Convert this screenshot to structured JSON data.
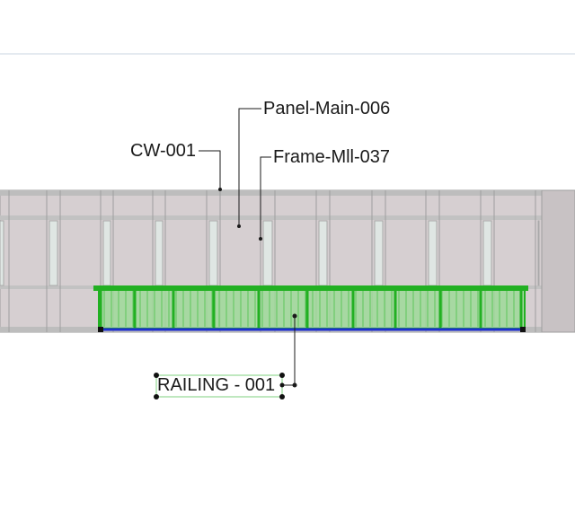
{
  "view": {
    "type": "elevation",
    "colors": {
      "background": "#ffffff",
      "guide_line": "#c9d6e0",
      "curtain_wall_frame": "#bdbdbd",
      "curtain_wall_panel": "#d6cfd1",
      "curtain_wall_glass": "#dfe6e3",
      "railing_selected": "#22b022",
      "railing_fill": "#9fd99a",
      "railing_base": "#1f2fd1",
      "leader_line": "#1a1a1a",
      "selection_box": "#7fd07f"
    }
  },
  "tags": {
    "panel": "Panel-Main-006",
    "frame": "Frame-Mll-037",
    "curtain_wall": "CW-001",
    "railing": "RAILING - 001"
  },
  "icons": {
    "selection_grip": "square-grip-icon",
    "leader_dot": "dot-marker-icon"
  }
}
